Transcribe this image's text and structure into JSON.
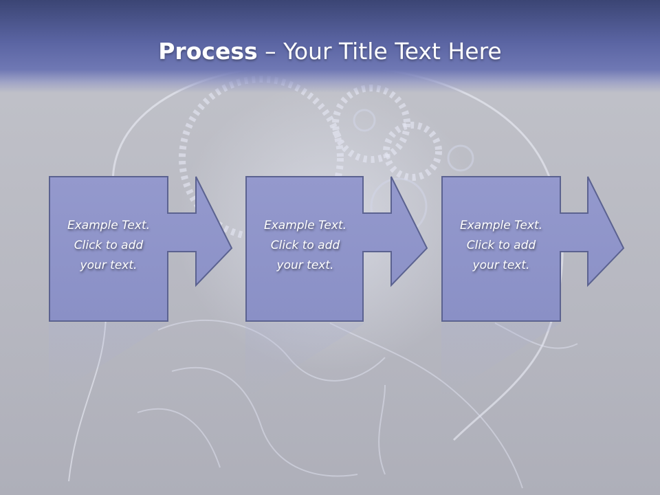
{
  "slide": {
    "title_strong": "Process",
    "title_rest": " – Your Title Text Here"
  },
  "colors": {
    "title_bar": "#5a64a2",
    "box_fill": "#8c92c8",
    "box_stroke": "#5b6290"
  },
  "steps": [
    {
      "line1": "Example Text.",
      "line2": "Click  to add",
      "line3": "your text."
    },
    {
      "line1": "Example Text.",
      "line2": "Click  to add",
      "line3": "your text."
    },
    {
      "line1": "Example Text.",
      "line2": "Click  to add",
      "line3": "your text."
    }
  ]
}
